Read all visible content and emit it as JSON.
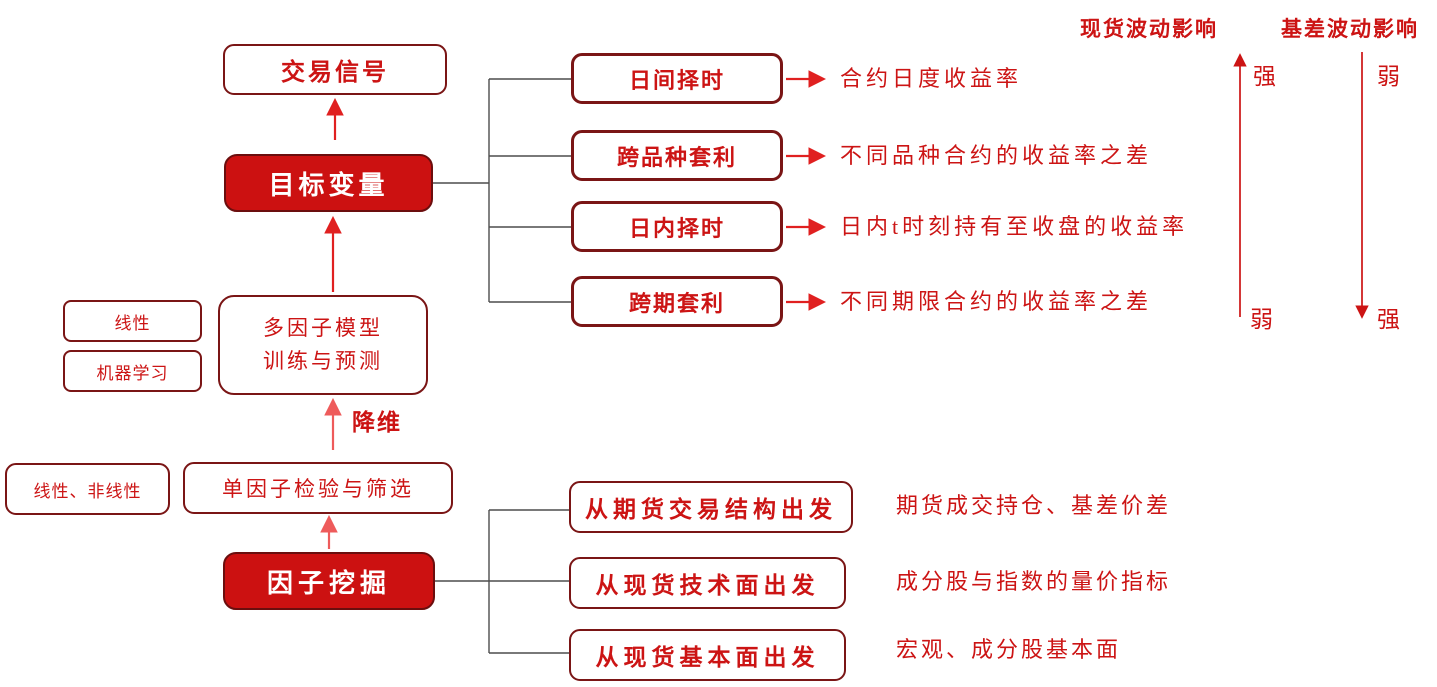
{
  "flow": {
    "trade_signal": "交易信号",
    "target_variable": "目标变量",
    "multifactor_line1": "多因子模型",
    "multifactor_line2": "训练与预测",
    "dim_reduction": "降维",
    "linear": "线性",
    "machine_learning": "机器学习",
    "linear_nonlinear": "线性、非线性",
    "single_factor": "单因子检验与筛选",
    "factor_mining": "因子挖掘"
  },
  "targets": [
    {
      "label": "日间择时",
      "desc": "合约日度收益率"
    },
    {
      "label": "跨品种套利",
      "desc": "不同品种合约的收益率之差"
    },
    {
      "label": "日内择时",
      "desc": "日内t时刻持有至收盘的收益率"
    },
    {
      "label": "跨期套利",
      "desc": "不同期限合约的收益率之差"
    }
  ],
  "sources": [
    {
      "label": "从期货交易结构出发",
      "desc": "期货成交持仓、基差价差"
    },
    {
      "label": "从现货技术面出发",
      "desc": "成分股与指数的量价指标"
    },
    {
      "label": "从现货基本面出发",
      "desc": "宏观、成分股基本面"
    }
  ],
  "scales": {
    "spot_header": "现货波动影响",
    "basis_header": "基差波动影响",
    "spot_top": "强",
    "spot_bottom": "弱",
    "basis_top": "弱",
    "basis_bottom": "强"
  },
  "colors": {
    "text_red": "#cc1414",
    "border_maroon": "#7a1515",
    "fill_red": "#cc1111",
    "fill_border": "#6b0e0e",
    "connector_gray": "#4d4d4d",
    "arrow_red": "#e02020",
    "arrow_light": "#ee5b5b"
  }
}
